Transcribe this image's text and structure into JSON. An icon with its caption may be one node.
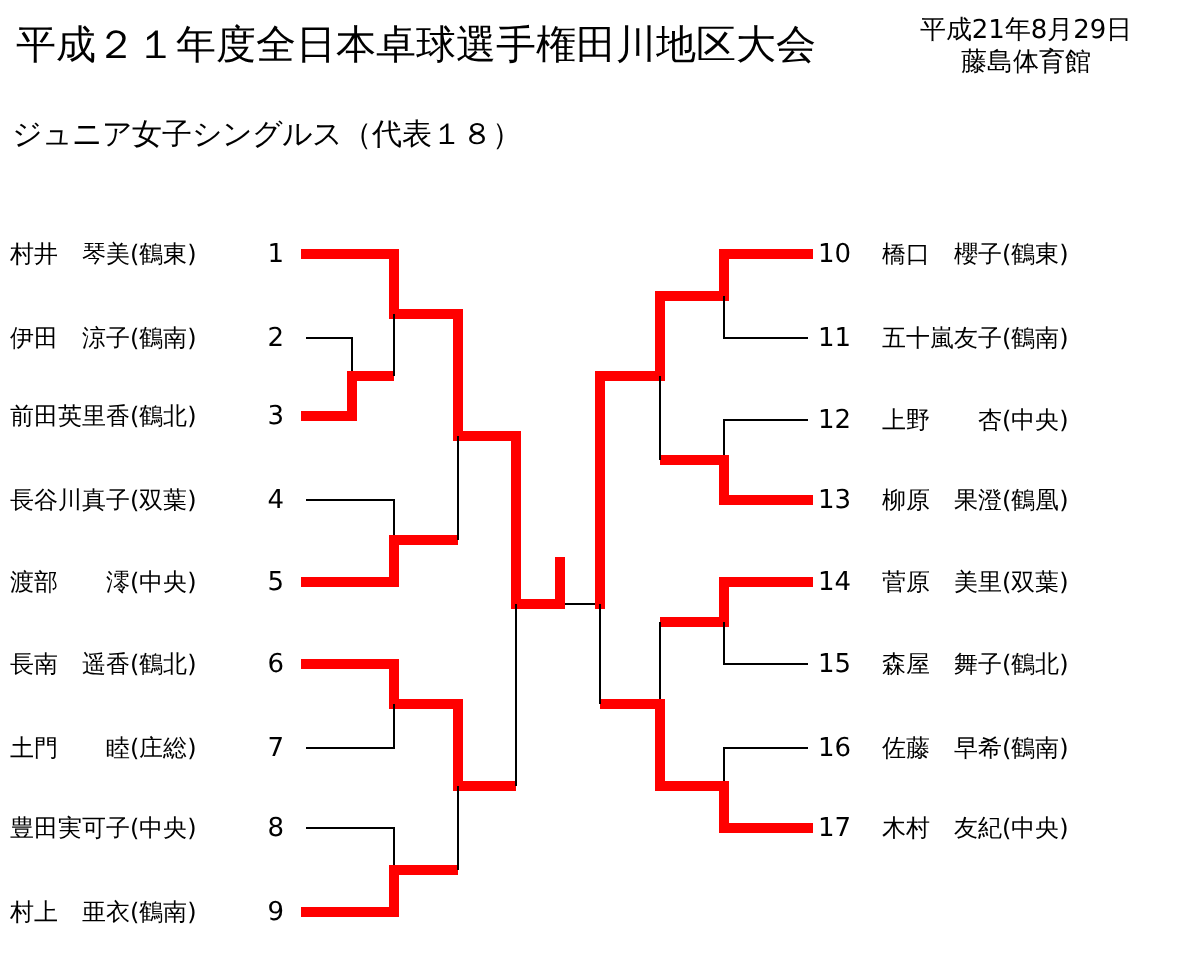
{
  "diagram": {
    "title": "平成２１年度全日本卓球選手権田川地区大会",
    "labels": [
      "平成21年8月29日",
      "藤島体育館",
      "ジュニア女子シングルス（代表１８）"
    ],
    "nodes": [
      {
        "text": [
          "村井　琴美(鶴東)"
        ],
        "beside": [
          "1"
        ]
      },
      {
        "text": [
          "伊田　涼子(鶴南)"
        ],
        "beside": [
          "2"
        ]
      },
      {
        "text": [
          "前田英里香(鶴北)"
        ],
        "beside": [
          "3"
        ]
      },
      {
        "text": [
          "長谷川真子(双葉)"
        ],
        "beside": [
          "4"
        ]
      },
      {
        "text": [
          "渡部　　澪(中央)"
        ],
        "beside": [
          "5"
        ]
      },
      {
        "text": [
          "長南　遥香(鶴北)"
        ],
        "beside": [
          "6"
        ]
      },
      {
        "text": [
          "土門　　睦(庄総)"
        ],
        "beside": [
          "7"
        ]
      },
      {
        "text": [
          "豊田実可子(中央)"
        ],
        "beside": [
          "8"
        ]
      },
      {
        "text": [
          "村上　亜衣(鶴南)"
        ],
        "beside": [
          "9"
        ]
      },
      {
        "text": [
          "橋口　櫻子(鶴東)"
        ],
        "beside": [
          "10"
        ]
      },
      {
        "text": [
          "五十嵐友子(鶴南)"
        ],
        "beside": [
          "11"
        ]
      },
      {
        "text": [
          "上野　　杏(中央)"
        ],
        "beside": [
          "12"
        ]
      },
      {
        "text": [
          "柳原　果澄(鶴凰)"
        ],
        "beside": [
          "13"
        ]
      },
      {
        "text": [
          "菅原　美里(双葉)"
        ],
        "beside": [
          "14"
        ]
      },
      {
        "text": [
          "森屋　舞子(鶴北)"
        ],
        "beside": [
          "15"
        ]
      },
      {
        "text": [
          "佐藤　早希(鶴南)"
        ],
        "beside": [
          "16"
        ]
      },
      {
        "text": [
          "木村　友紀(中央)"
        ],
        "beside": [
          "17"
        ]
      },
      {
        "text": [],
        "shape": "bar"
      },
      {
        "text": [],
        "shape": "bar"
      },
      {
        "text": [],
        "shape": "bar"
      },
      {
        "text": [],
        "shape": "bar"
      },
      {
        "text": [],
        "shape": "bar"
      },
      {
        "text": [],
        "shape": "bar"
      },
      {
        "text": [],
        "shape": "bar"
      },
      {
        "text": [],
        "shape": "bar"
      },
      {
        "text": [],
        "shape": "line"
      },
      {
        "text": [],
        "shape": "bar"
      },
      {
        "text": [],
        "shape": "bar"
      },
      {
        "text": [],
        "shape": "bar"
      },
      {
        "text": [],
        "shape": "bar"
      },
      {
        "text": [],
        "shape": "bar"
      },
      {
        "text": [],
        "shape": "bar"
      }
    ],
    "edges": [
      {
        "from": 0,
        "to": 18,
        "arrow": "none"
      },
      {
        "from": 1,
        "to": 17,
        "arrow": "none",
        "color": "#000000"
      },
      {
        "from": 2,
        "to": 17,
        "arrow": "none"
      },
      {
        "from": 3,
        "to": 19,
        "arrow": "none",
        "color": "#000000"
      },
      {
        "from": 4,
        "to": 19,
        "arrow": "none"
      },
      {
        "from": 5,
        "to": 20,
        "arrow": "none"
      },
      {
        "from": 6,
        "to": 20,
        "arrow": "none",
        "color": "#000000"
      },
      {
        "from": 7,
        "to": 21,
        "arrow": "none",
        "color": "#000000"
      },
      {
        "from": 8,
        "to": 21,
        "arrow": "none"
      },
      {
        "from": 9,
        "to": 28,
        "arrow": "none"
      },
      {
        "from": 10,
        "to": 28,
        "arrow": "none",
        "color": "#000000"
      },
      {
        "from": 11,
        "to": 29,
        "arrow": "none",
        "color": "#000000"
      },
      {
        "from": 12,
        "to": 29,
        "arrow": "none"
      },
      {
        "from": 13,
        "to": 30,
        "arrow": "none"
      },
      {
        "from": 14,
        "to": 30,
        "arrow": "none",
        "color": "#000000"
      },
      {
        "from": 15,
        "to": 31,
        "arrow": "none",
        "color": "#000000"
      },
      {
        "from": 16,
        "to": 31,
        "arrow": "none"
      },
      {
        "from": 17,
        "to": 18,
        "arrow": "none",
        "color": "#000000"
      },
      {
        "from": 18,
        "to": 22,
        "arrow": "none"
      },
      {
        "from": 19,
        "to": 22,
        "arrow": "none",
        "color": "#000000"
      },
      {
        "from": 22,
        "to": 24,
        "arrow": "none"
      },
      {
        "from": 20,
        "to": 23,
        "arrow": "none"
      },
      {
        "from": 21,
        "to": 23,
        "arrow": "none",
        "color": "#000000"
      },
      {
        "from": 23,
        "to": 24,
        "arrow": "none",
        "color": "#000000"
      },
      {
        "from": 28,
        "to": 26,
        "arrow": "none"
      },
      {
        "from": 29,
        "to": 26,
        "arrow": "none",
        "color": "#000000"
      },
      {
        "from": 26,
        "to": 25,
        "arrow": "none"
      },
      {
        "from": 30,
        "to": 27,
        "arrow": "none",
        "color": "#000000"
      },
      {
        "from": 31,
        "to": 27,
        "arrow": "none"
      },
      {
        "from": 27,
        "to": 25,
        "arrow": "none",
        "color": "#000000"
      },
      {
        "from": 24,
        "to": null,
        "arrow": "none"
      }
    ]
  }
}
